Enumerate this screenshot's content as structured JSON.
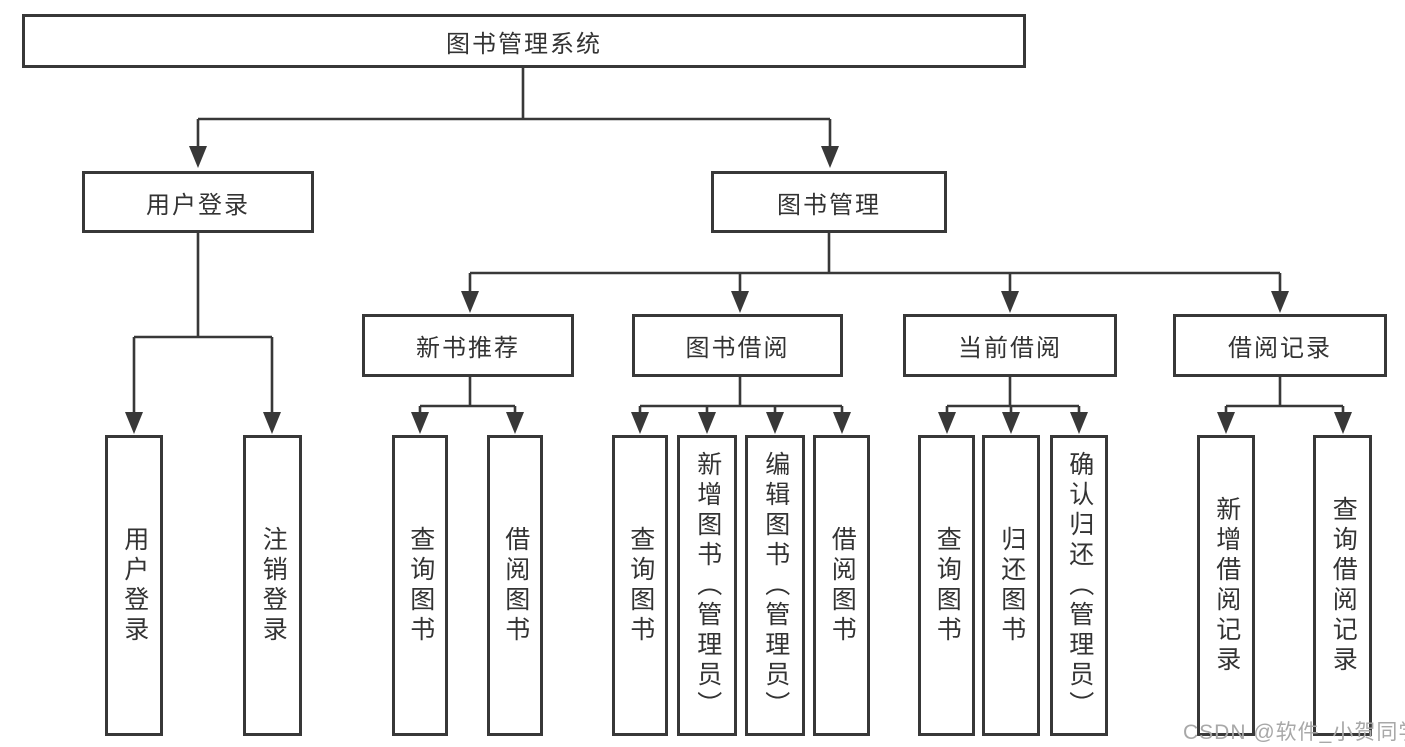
{
  "diagram": {
    "root": {
      "label": "图书管理系统"
    },
    "level2": [
      {
        "label": "用户登录"
      },
      {
        "label": "图书管理"
      }
    ],
    "level3": [
      {
        "label": "新书推荐"
      },
      {
        "label": "图书借阅"
      },
      {
        "label": "当前借阅"
      },
      {
        "label": "借阅记录"
      }
    ],
    "leaves": {
      "user_login": [
        "用户登录",
        "注销登录"
      ],
      "new_book": [
        "查询图书",
        "借阅图书"
      ],
      "book_borrow": [
        "查询图书",
        "新增图书（管理员）",
        "编辑图书（管理员）",
        "借阅图书"
      ],
      "current_borrow": [
        "查询图书",
        "归还图书",
        "确认归还（管理员）"
      ],
      "borrow_records": [
        "新增借阅记录",
        "查询借阅记录"
      ]
    }
  },
  "watermark": {
    "text": "CSDN @软件_小贺同学"
  },
  "colors": {
    "line": "#383838",
    "text": "#333333",
    "watermark": "#a8a8a8",
    "background": "#ffffff"
  }
}
